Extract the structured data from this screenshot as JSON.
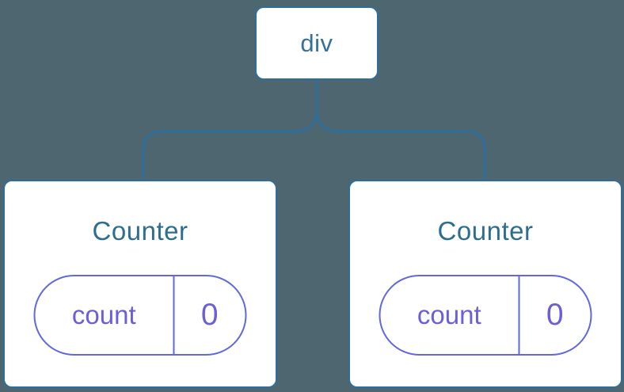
{
  "colors": {
    "background": "#4d6670",
    "node_border": "#2f6e9a",
    "node_bg": "#ffffff",
    "node_label": "#35719c",
    "title": "#2d6d8e",
    "state_border": "#6168dd",
    "state_text": "#6a5fd8"
  },
  "tree": {
    "root": {
      "label": "div"
    },
    "children": [
      {
        "title": "Counter",
        "state": {
          "key": "count",
          "value": "0"
        }
      },
      {
        "title": "Counter",
        "state": {
          "key": "count",
          "value": "0"
        }
      }
    ]
  }
}
